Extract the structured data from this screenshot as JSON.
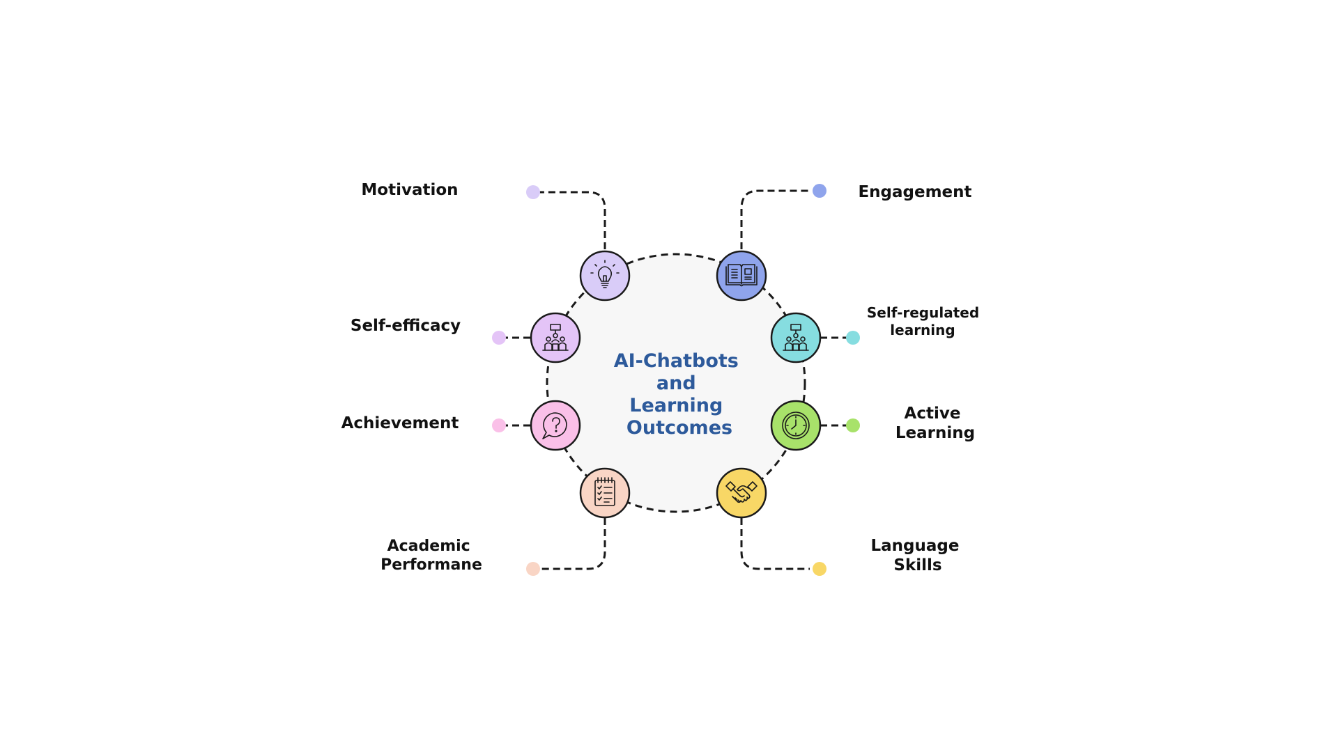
{
  "center": {
    "lines": [
      "AI-Chatbots",
      "and",
      "Learning",
      "Outcomes"
    ],
    "text_color": "#2D5A9B",
    "fill": "#F7F7F7"
  },
  "nodes": [
    {
      "id": "motivation",
      "label_lines": [
        "Motivation"
      ],
      "icon": "lightbulb-icon",
      "color": "#D9CCF8"
    },
    {
      "id": "engagement",
      "label_lines": [
        "Engagement"
      ],
      "icon": "book-icon",
      "color": "#8FA4EC"
    },
    {
      "id": "self-efficacy",
      "label_lines": [
        "Self-efficacy"
      ],
      "icon": "hierarchy-icon",
      "color": "#E4C4F7"
    },
    {
      "id": "self-regulated-learning",
      "label_lines": [
        "Self-regulated",
        "learning"
      ],
      "icon": "hierarchy-icon",
      "color": "#86DDE0"
    },
    {
      "id": "achievement",
      "label_lines": [
        "Achievement"
      ],
      "icon": "question-bubble-icon",
      "color": "#FAC0E8"
    },
    {
      "id": "active-learning",
      "label_lines": [
        "Active",
        "Learning"
      ],
      "icon": "clock-icon",
      "color": "#A8E26A"
    },
    {
      "id": "academic-performance",
      "label_lines": [
        "Academic",
        "Performane"
      ],
      "icon": "checklist-icon",
      "color": "#F9D5C5"
    },
    {
      "id": "language-skills",
      "label_lines": [
        "Language",
        "Skills"
      ],
      "icon": "handshake-icon",
      "color": "#F8D766"
    }
  ]
}
